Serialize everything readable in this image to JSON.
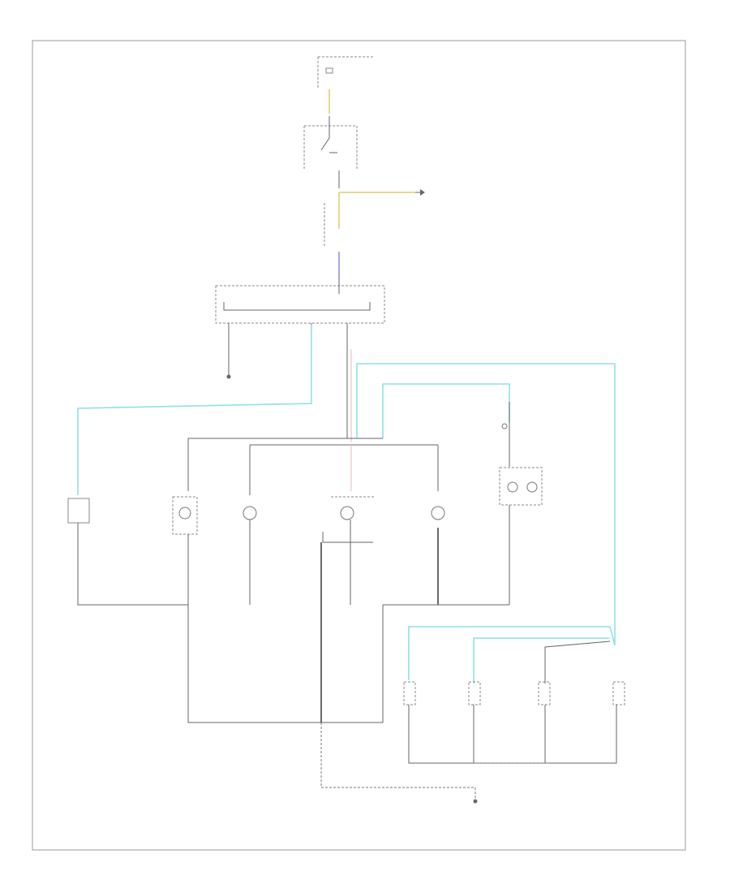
{
  "footer_code": "",
  "colors": {
    "wire": "#666666",
    "cyan_wire": "#8fe1e6",
    "yellow_wire": "#e8d890",
    "purple_wire": "#a8a8e8",
    "pink_wire": "#e8b8b8",
    "frame": "#888888"
  },
  "components": [
    {
      "id": "power-distribution-box",
      "label": ""
    },
    {
      "id": "dash-light-switch",
      "label": ""
    },
    {
      "id": "trailer-tow-connector",
      "label": ""
    },
    {
      "id": "dual-mode-dimming-module",
      "label": ""
    },
    {
      "id": "dash-light-dimmer",
      "label": ""
    },
    {
      "id": "ground-upper",
      "label": ""
    },
    {
      "id": "pndl-switch",
      "label": ""
    },
    {
      "id": "clock",
      "label": ""
    },
    {
      "id": "heater-a-c-control",
      "label": ""
    },
    {
      "id": "ashtray-illumination",
      "label": ""
    },
    {
      "id": "instrument-cluster",
      "label": ""
    },
    {
      "id": "radio",
      "label": ""
    },
    {
      "id": "cruise-control-switch",
      "label": ""
    },
    {
      "id": "combination-switch",
      "label": ""
    },
    {
      "id": "left-power-window-switch",
      "label": ""
    },
    {
      "id": "left-rear-power-window-switch",
      "label": ""
    },
    {
      "id": "right-power-window-switch",
      "label": ""
    },
    {
      "id": "right-rear-power-window-switch",
      "label": ""
    },
    {
      "id": "ground-lower",
      "label": ""
    }
  ]
}
